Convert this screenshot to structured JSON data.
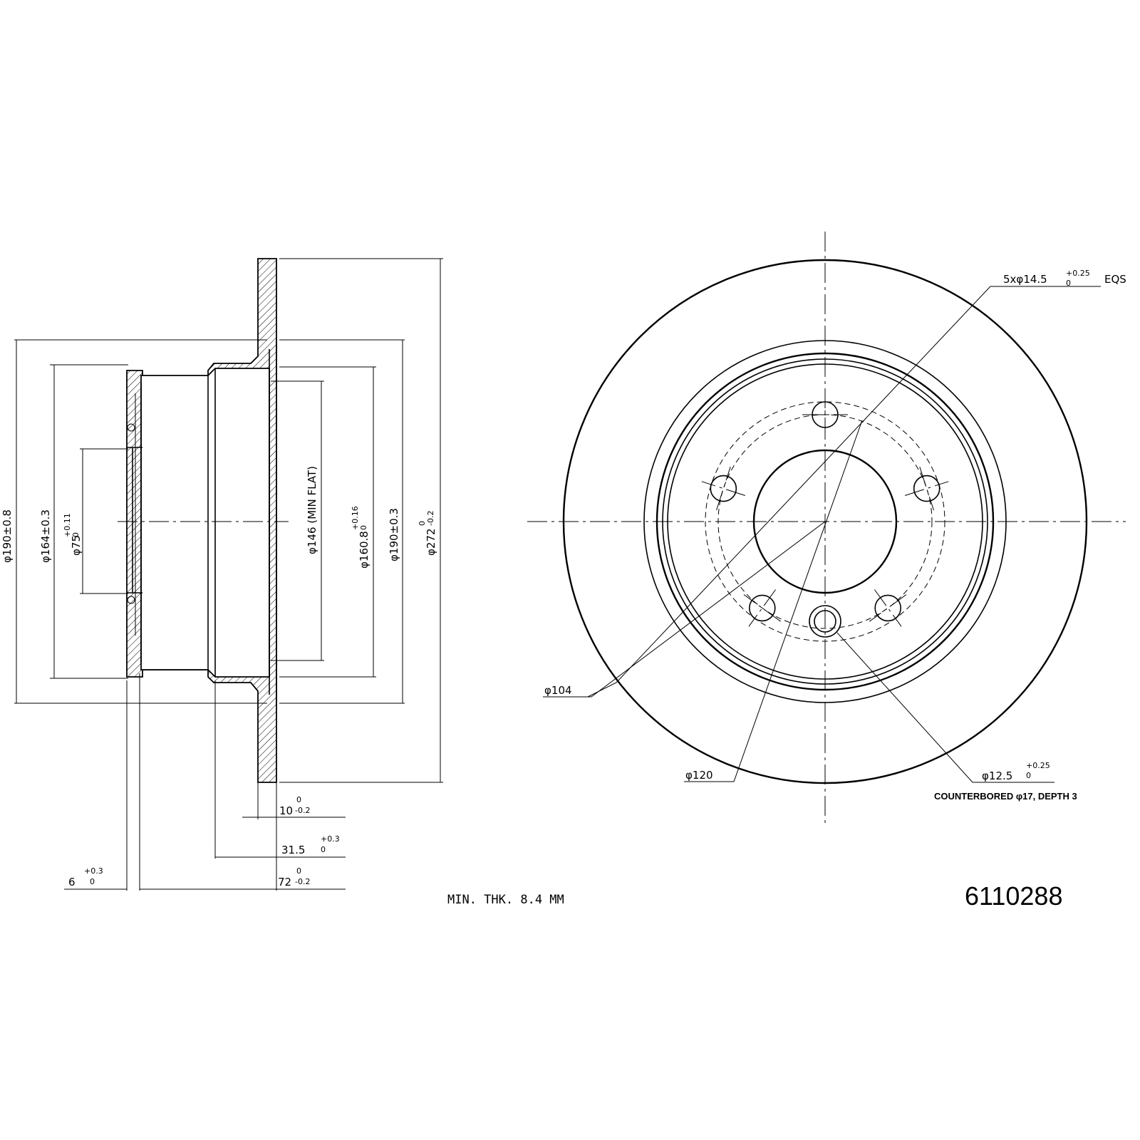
{
  "part_number": "6110288",
  "min_thickness_note": "MIN. THK. 8.4 MM",
  "section_view": {
    "dia_190_outer": "φ190±0.8",
    "dia_164": "φ164±0.3",
    "dia_75": "φ75",
    "dia_75_tol_upper": "+0.11",
    "dia_75_tol_lower": "0",
    "dia_146": "φ146 (MIN FLAT)",
    "dia_160_8": "φ160.8",
    "dia_160_8_tol_upper": "+0.16",
    "dia_160_8_tol_lower": "0",
    "dia_190_inner": "φ190±0.3",
    "dia_272": "φ272",
    "dia_272_tol_upper": "0",
    "dia_272_tol_lower": "-0.2",
    "len_10": "10",
    "len_10_tol_upper": "0",
    "len_10_tol_lower": "-0.2",
    "len_31_5": "31.5",
    "len_31_5_tol_upper": "+0.3",
    "len_31_5_tol_lower": "0",
    "len_72": "72",
    "len_72_tol_upper": "0",
    "len_72_tol_lower": "-0.2",
    "len_6": "6",
    "len_6_tol_upper": "+0.3",
    "len_6_tol_lower": "0"
  },
  "front_view": {
    "bolt_holes": "5xφ14.5",
    "bolt_holes_tol_upper": "+0.25",
    "bolt_holes_tol_lower": "0",
    "bolt_holes_suffix": "EQS",
    "dia_104": "φ104",
    "dia_120": "φ120",
    "dia_12_5": "φ12.5",
    "dia_12_5_tol_upper": "+0.25",
    "dia_12_5_tol_lower": "0",
    "counterbore_note": "COUNTERBORED φ17, DEPTH 3",
    "bolt_hole_count": 5
  }
}
